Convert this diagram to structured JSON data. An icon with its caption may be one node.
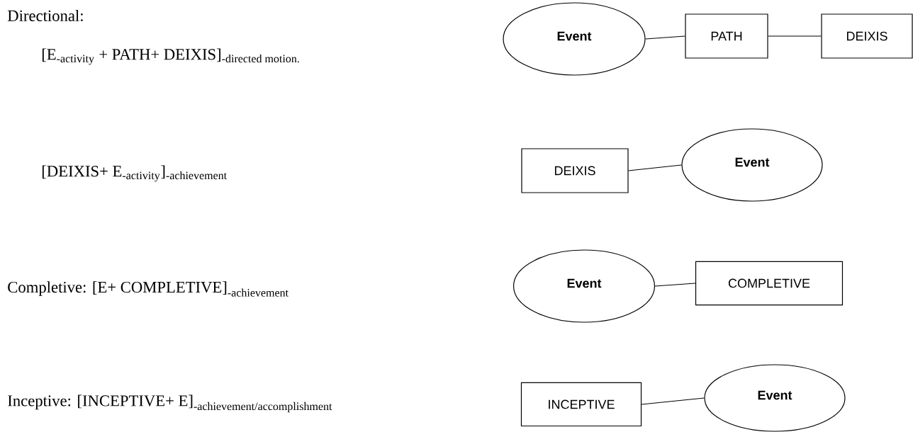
{
  "diagram": {
    "nodes": [
      {
        "text": [
          "Event"
        ]
      },
      {
        "text": [
          "PATH"
        ]
      },
      {
        "text": [
          "DEIXIS"
        ]
      },
      {
        "text": [
          "DEIXIS"
        ]
      },
      {
        "text": [
          "Event"
        ]
      },
      {
        "text": [
          "Event"
        ]
      },
      {
        "text": [
          "COMPLETIVE"
        ]
      },
      {
        "text": [
          "INCEPTIVE"
        ]
      },
      {
        "text": [
          "Event"
        ]
      }
    ],
    "edges": [
      {
        "from": 0,
        "to": 1,
        "arrow": "none"
      },
      {
        "from": 1,
        "to": 2,
        "arrow": "none"
      },
      {
        "from": 3,
        "to": 4,
        "arrow": "none"
      },
      {
        "from": 5,
        "to": 6,
        "arrow": "none"
      },
      {
        "from": 7,
        "to": 8,
        "arrow": "none"
      }
    ],
    "labels": [
      "Directional:",
      "\\mbox{[E}_{\\mbox{\\fontsize{12}{14}\\selectfont -activity}}\\mbox{ + PATH+ DEIXIS]}_{\\mbox{\\fontsize{12}{14}\\selectfont -directed motion.}}",
      "\\mbox{[DEIXIS+ E}_{\\mbox{\\fontsize{12}{14}\\selectfont -activity}}\\mbox{]}_{\\mbox{\\fontsize{12}{14}\\selectfont -achievement}}",
      "\\mbox{Completive: [E+ COMPLETIVE]}_{\\mbox{\\fontsize{12}{14}\\selectfont -achievement}}",
      "\\mbox{Inceptive: [INCEPTIVE+ E]}_{\\mbox{\\fontsize{12}{14}\\selectfont -achievement/accomplishment}}"
    ]
  }
}
